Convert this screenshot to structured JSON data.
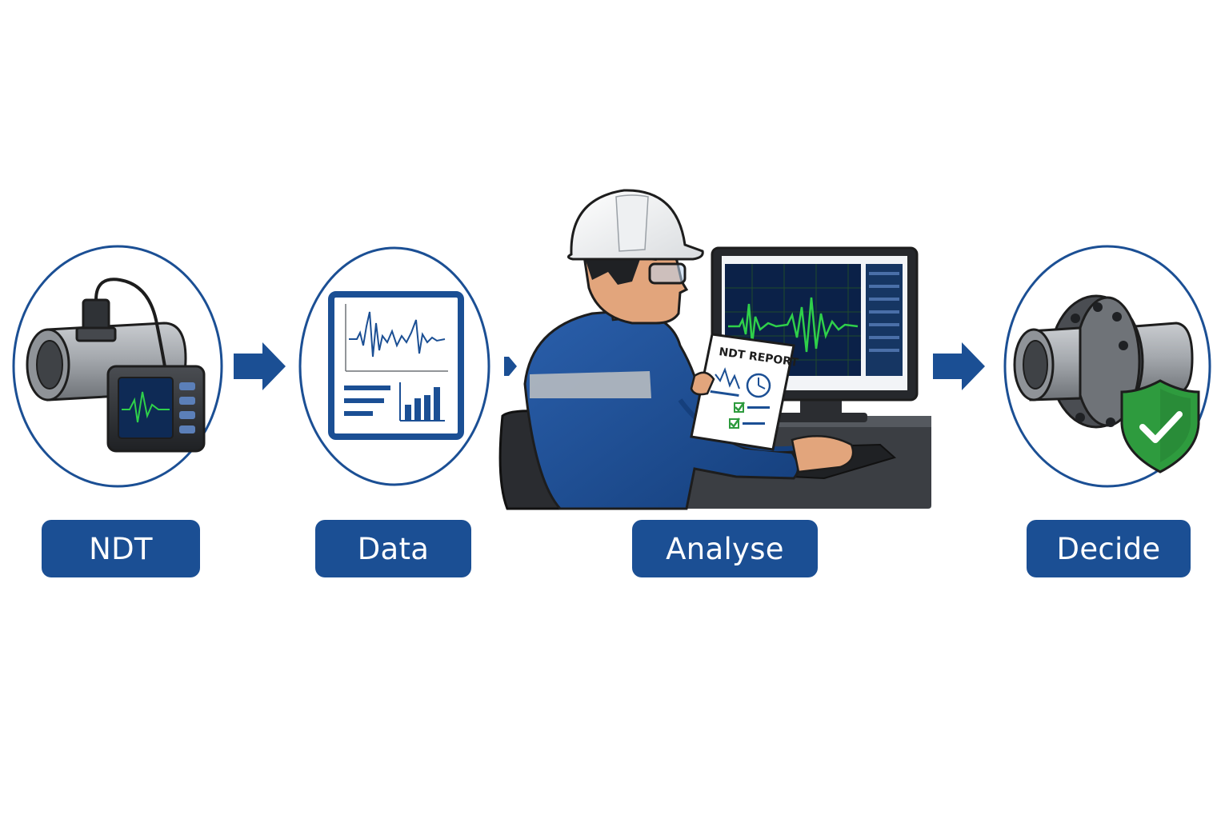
{
  "colors": {
    "brand_blue": "#1b4f94",
    "shield_green": "#2e9b3e",
    "signal_green": "#2fd04a",
    "metal_gray": "#9a9ea3",
    "outline": "#1d1d1d"
  },
  "steps": [
    {
      "label": "NDT",
      "icon": "pipe-with-ultrasonic-probe-icon"
    },
    {
      "label": "Data",
      "icon": "data-chart-panel-icon"
    },
    {
      "label": "Analyse",
      "icon": "engineer-at-computer-icon"
    },
    {
      "label": "Decide",
      "icon": "pipe-flange-with-check-shield-icon"
    }
  ],
  "report": {
    "title": "NDT REPORT"
  }
}
